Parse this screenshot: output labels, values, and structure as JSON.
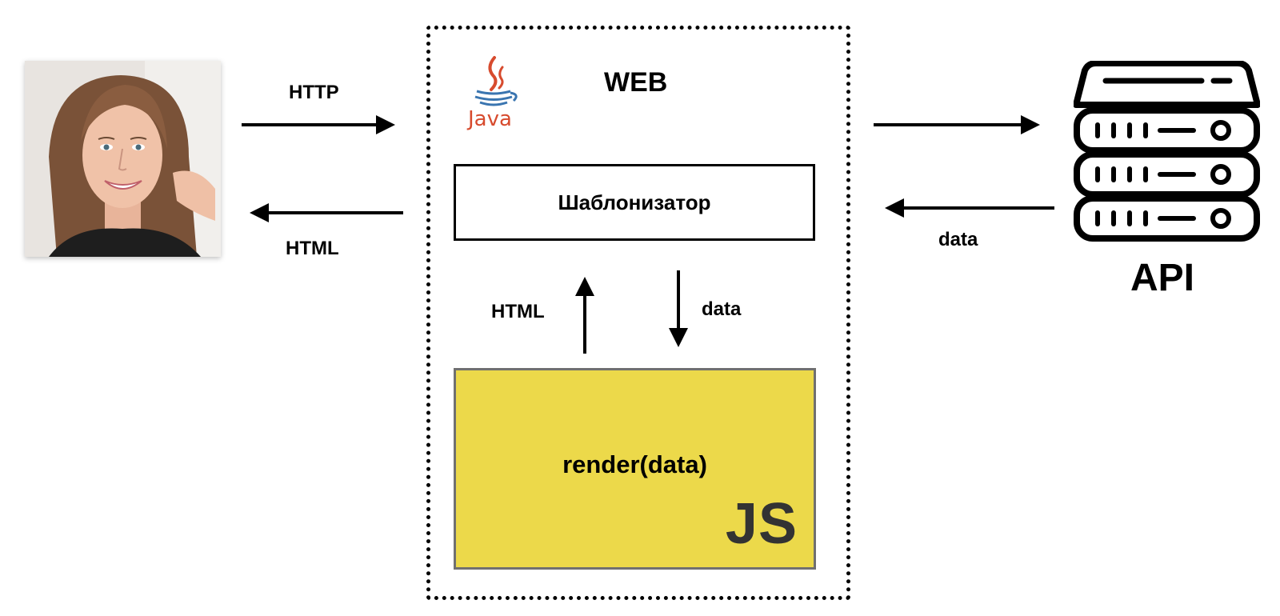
{
  "labels": {
    "http": "HTTP",
    "html_left": "HTML",
    "web": "WEB",
    "html_mid": "HTML",
    "data_mid": "data",
    "data_right": "data",
    "api": "API"
  },
  "templater": {
    "label": "Шаблонизатор"
  },
  "render_box": {
    "label": "render(data)",
    "logo_text": "JS",
    "background": "#ecd94a"
  },
  "java_logo": {
    "wordmark": "Java",
    "color": "#d74b2e",
    "steam_color": "#d74b2e",
    "cup_color": "#3a75b0"
  },
  "icons": {
    "user": "user-photo",
    "server": "server-stack-icon",
    "java": "java-logo",
    "js": "js-logo"
  }
}
